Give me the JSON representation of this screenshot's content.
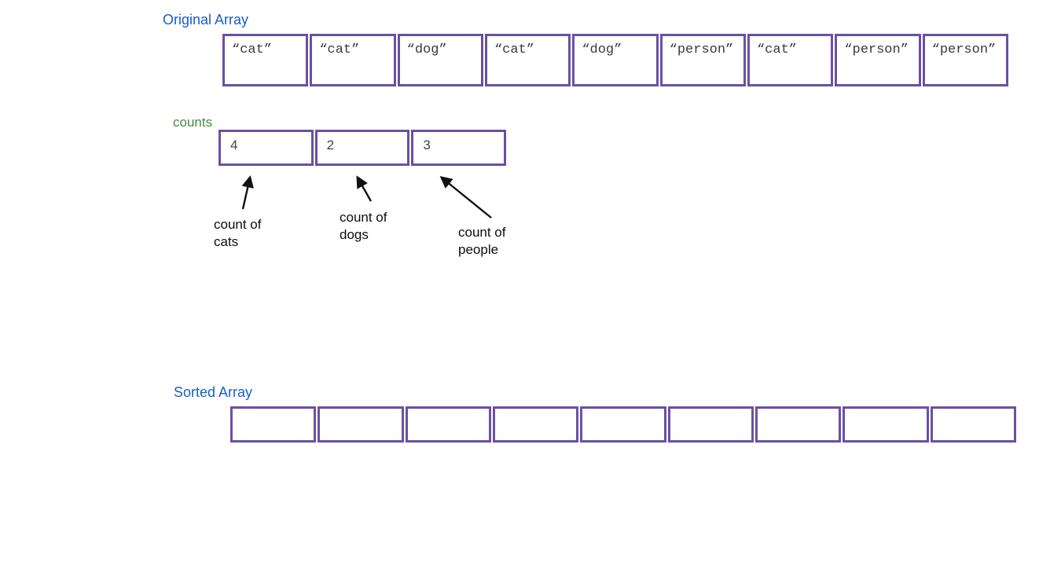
{
  "colors": {
    "box_border_purple": "#6b50a2",
    "label_blue": "#1a5fc0",
    "label_green": "#478a43",
    "cell_text_gray": "#3a3a3a",
    "arrow_black": "#111111"
  },
  "original_array": {
    "label": "Original Array",
    "cells": [
      "“cat”",
      "“cat”",
      "“dog”",
      "“cat”",
      "“dog”",
      "“person”",
      "“cat”",
      "“person”",
      "“person”"
    ]
  },
  "counts": {
    "label": "counts",
    "cells": [
      "4",
      "2",
      "3"
    ],
    "annotations": [
      {
        "line1": "count of",
        "line2": "cats"
      },
      {
        "line1": "count of",
        "line2": "dogs"
      },
      {
        "line1": "count of",
        "line2": "people"
      }
    ]
  },
  "sorted_array": {
    "label": "Sorted Array",
    "cells": [
      "",
      "",
      "",
      "",
      "",
      "",
      "",
      "",
      ""
    ]
  }
}
